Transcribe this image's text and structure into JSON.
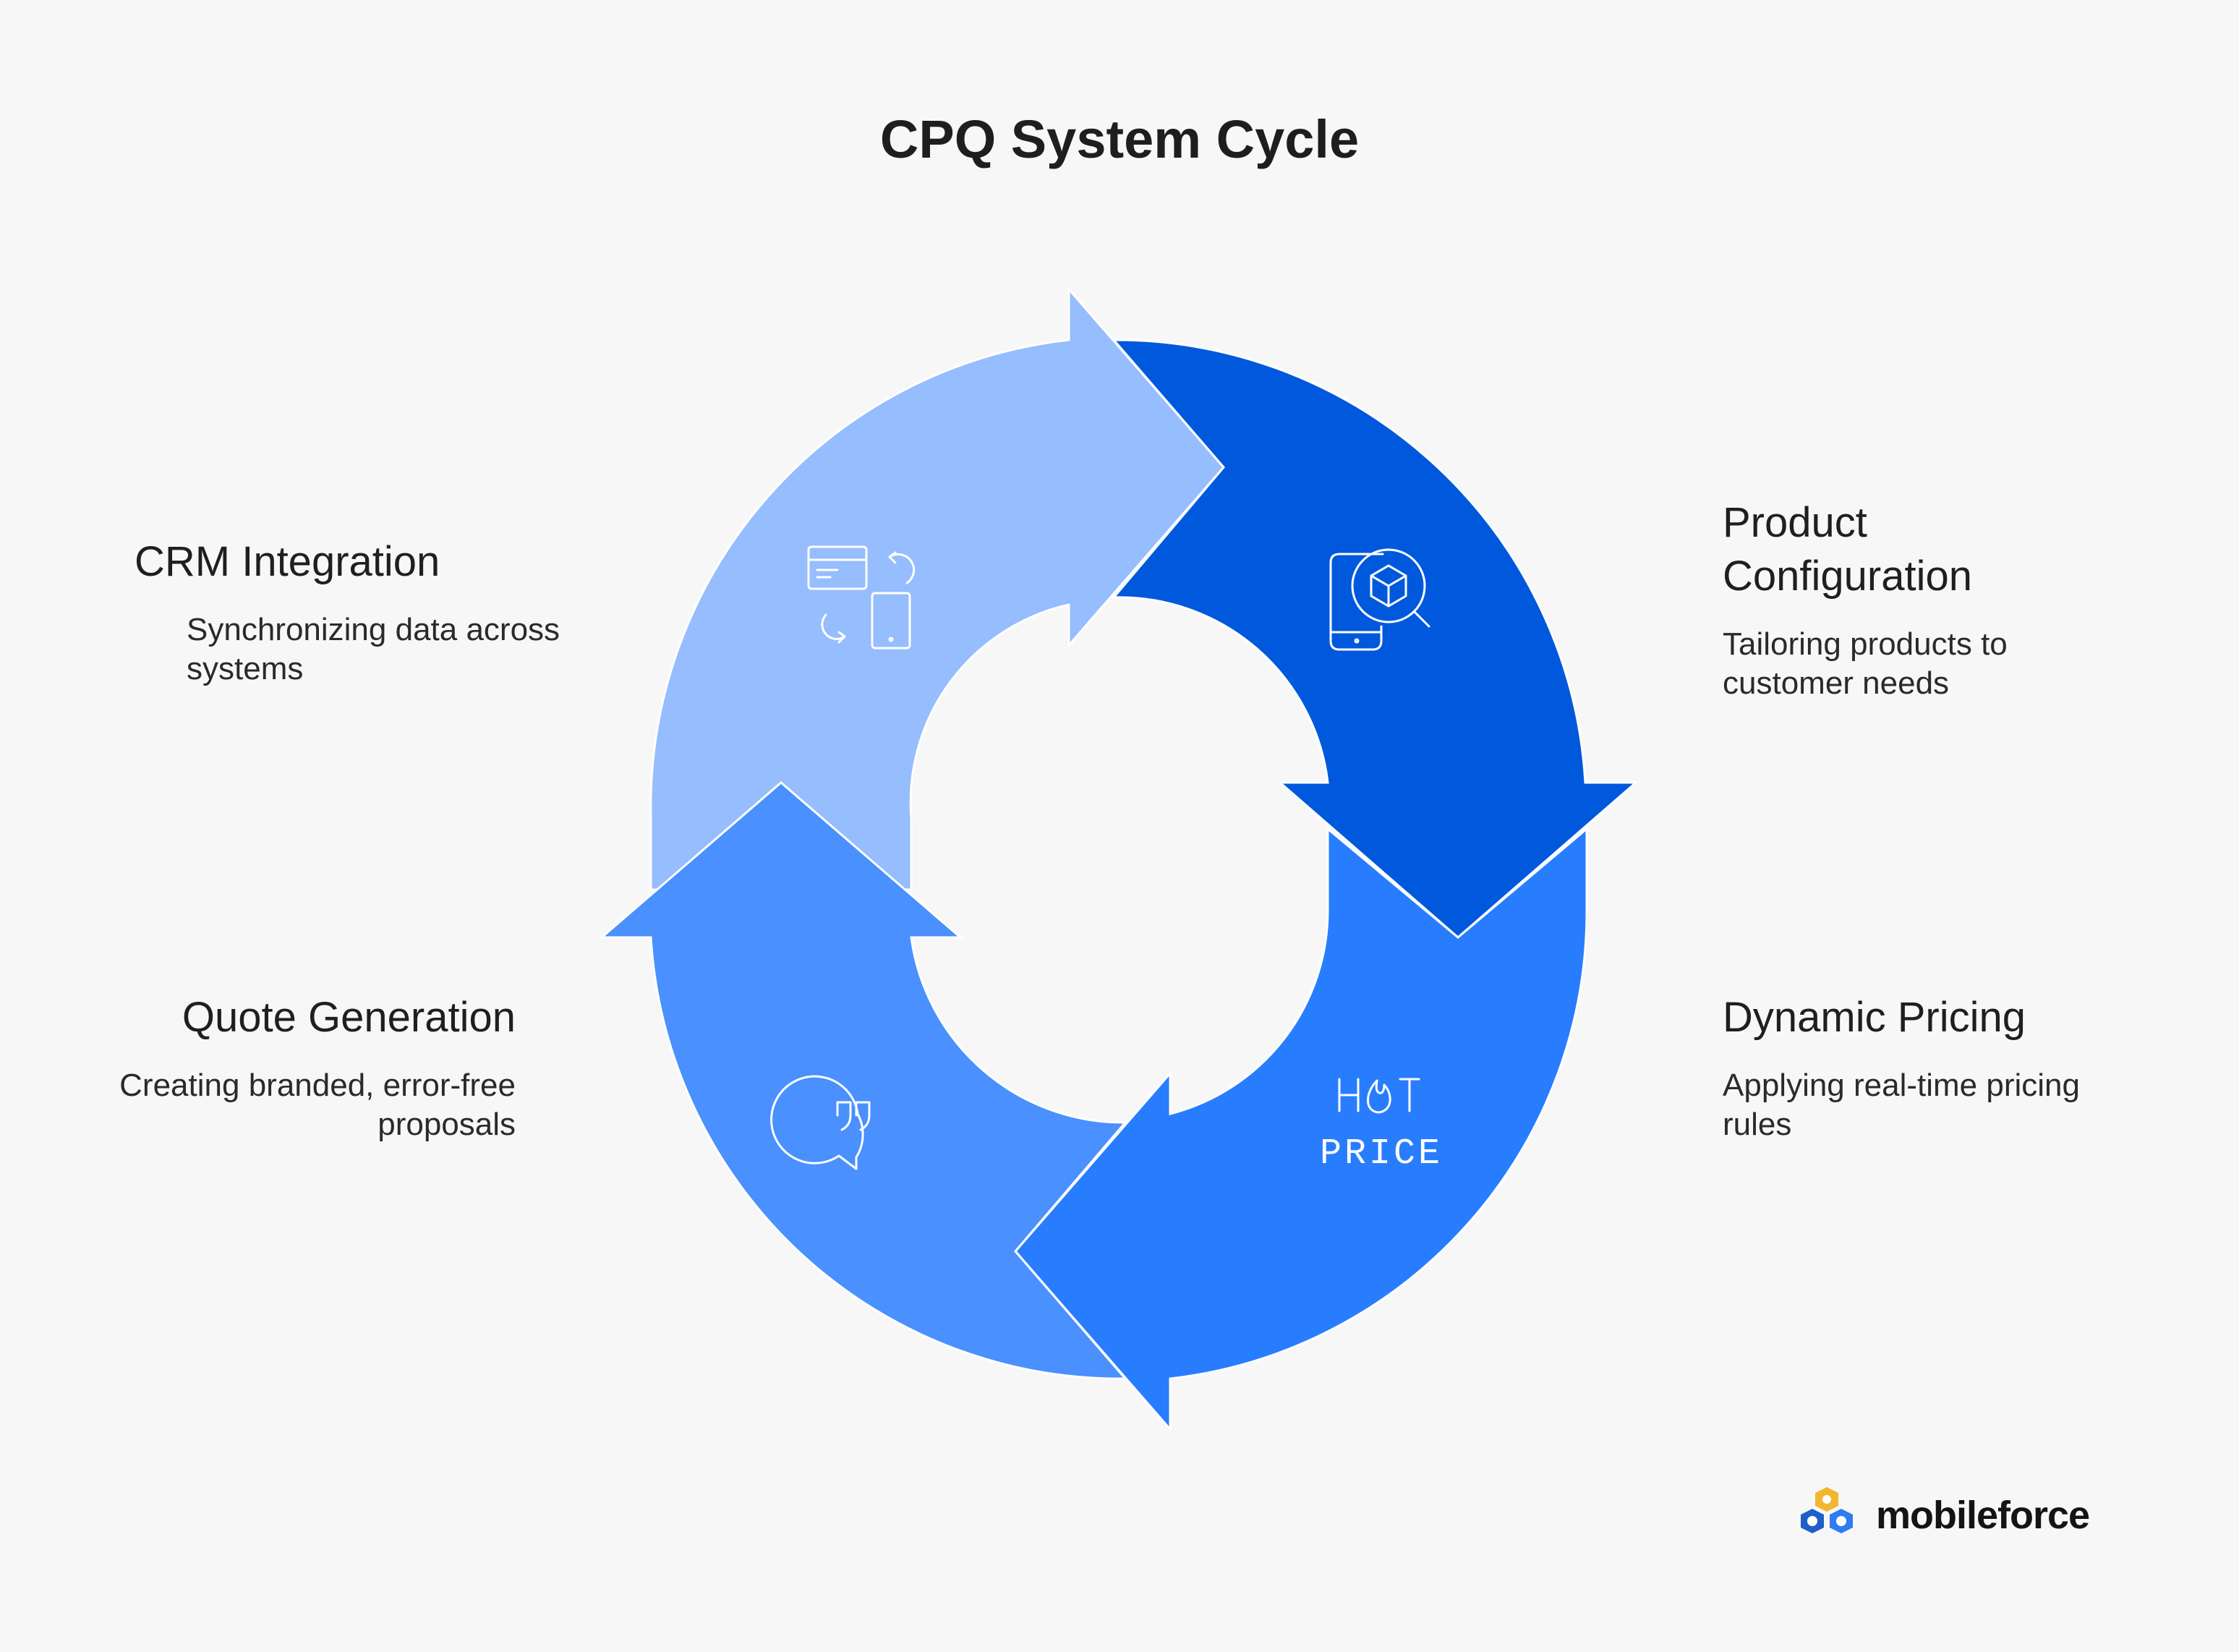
{
  "title": "CPQ System Cycle",
  "colors": {
    "background": "#f7f7f7",
    "crm_segment": "#96bdfd",
    "configuration_segment": "#0059dc",
    "pricing_segment": "#287dff",
    "quote_segment": "#4a90fe",
    "icon_stroke": "#ffffff"
  },
  "stages": {
    "crm": {
      "title": "CRM Integration",
      "description": "Synchronizing data across systems",
      "icon": "crm-sync-icon"
    },
    "configuration": {
      "title": "Product Configuration",
      "description": "Tailoring products to customer needs",
      "icon": "product-search-icon"
    },
    "pricing": {
      "title": "Dynamic Pricing",
      "description": "Applying real-time pricing rules",
      "icon": "hot-price-icon",
      "icon_text_line1": "H T",
      "icon_text_line2": "PRICE"
    },
    "quote": {
      "title": "Quote Generation",
      "description": "Creating branded, error-free proposals",
      "icon": "quote-bubble-icon"
    }
  },
  "logo": {
    "text": "mobileforce",
    "icon": "mobileforce-logo-icon"
  }
}
